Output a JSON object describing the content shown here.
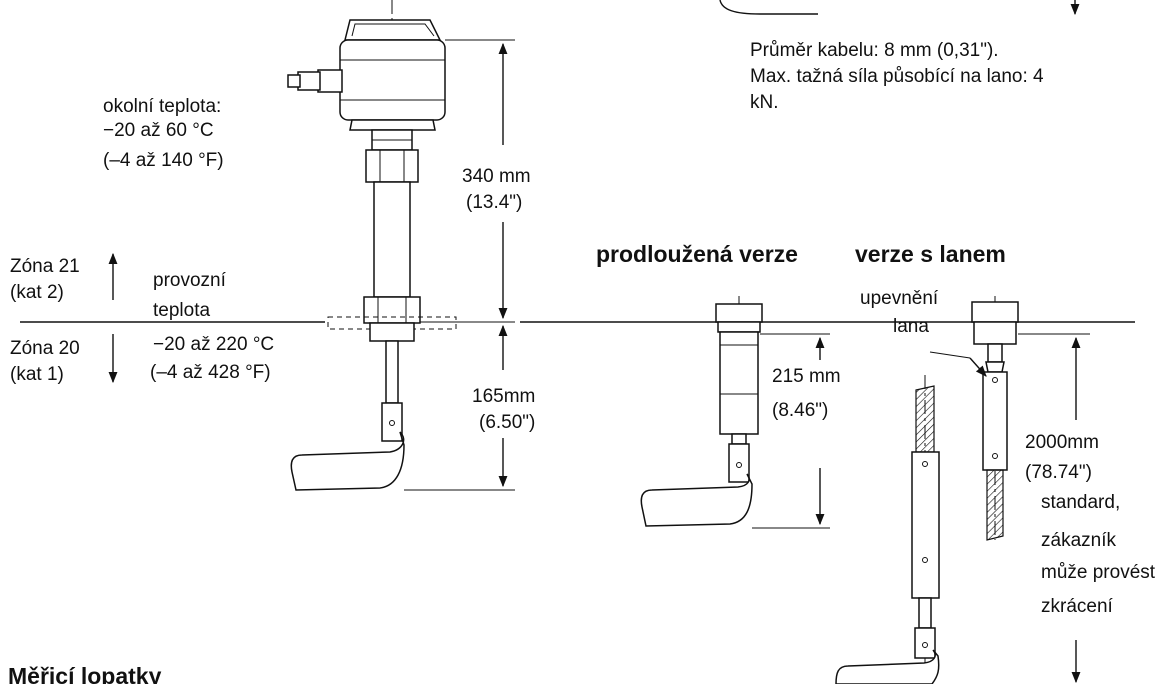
{
  "cable": {
    "diameter": "Průměr kabelu: 8 mm (0,31\").",
    "tensile_line1": "Max. tažná síla působící na lano: 4",
    "tensile_line2": "kN."
  },
  "ambient": {
    "line1": "okolní teplota:",
    "line2": "−20 až 60 °C",
    "line3": "(–4 až 140 °F)"
  },
  "zones": {
    "z21_line1": "Zóna 21",
    "z21_line2": "(kat 2)",
    "z20_line1": "Zóna 20",
    "z20_line2": "(kat 1)"
  },
  "process": {
    "line1": "provozní",
    "line2": "teplota",
    "line3": "−20 až 220 °C",
    "line4": "(–4 až 428 °F)"
  },
  "dims": {
    "housing_line1": "340 mm",
    "housing_line2": "(13.4\")",
    "paddle_line1": "165mm",
    "paddle_line2": "(6.50\")",
    "ext_line1": "215 mm",
    "ext_line2": "(8.46\")",
    "cable_line1": "2000mm",
    "cable_line2": "(78.74\")",
    "cable_line3": "standard,",
    "cable_line4": "zákazník",
    "cable_line5": "může provést",
    "cable_line6": "zkrácení"
  },
  "versions": {
    "extended": "prodloužená verze",
    "cable": "verze s lanem",
    "cable_fixing_line1": "upevnění",
    "cable_fixing_line2": "lana"
  },
  "section_title": "Měřicí lopatky"
}
